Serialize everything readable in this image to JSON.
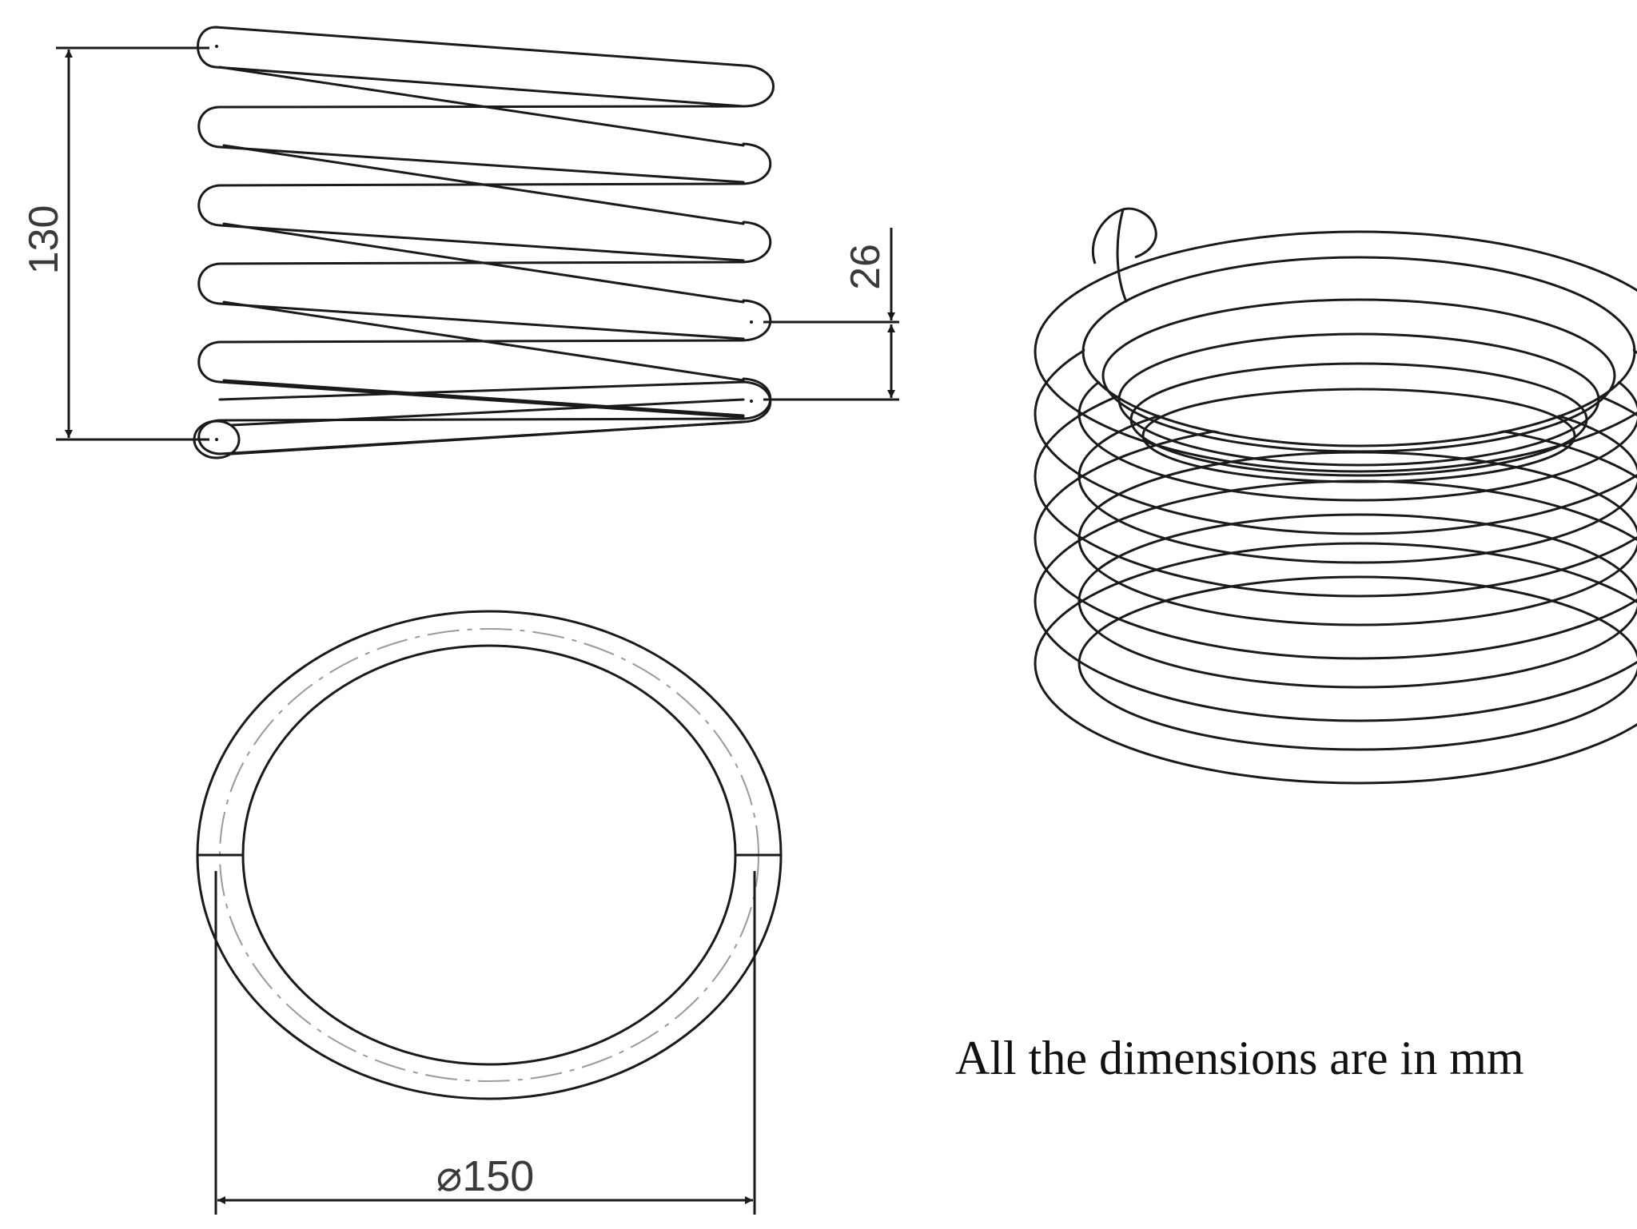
{
  "dimensions": {
    "height": "130",
    "pitch": "26",
    "diameter": "⌀150"
  },
  "note": "All the dimensions are in mm",
  "colors": {
    "line": "#1a1a1a",
    "center_line": "#9a9a9a",
    "dim_text": "#3a3a3a"
  }
}
